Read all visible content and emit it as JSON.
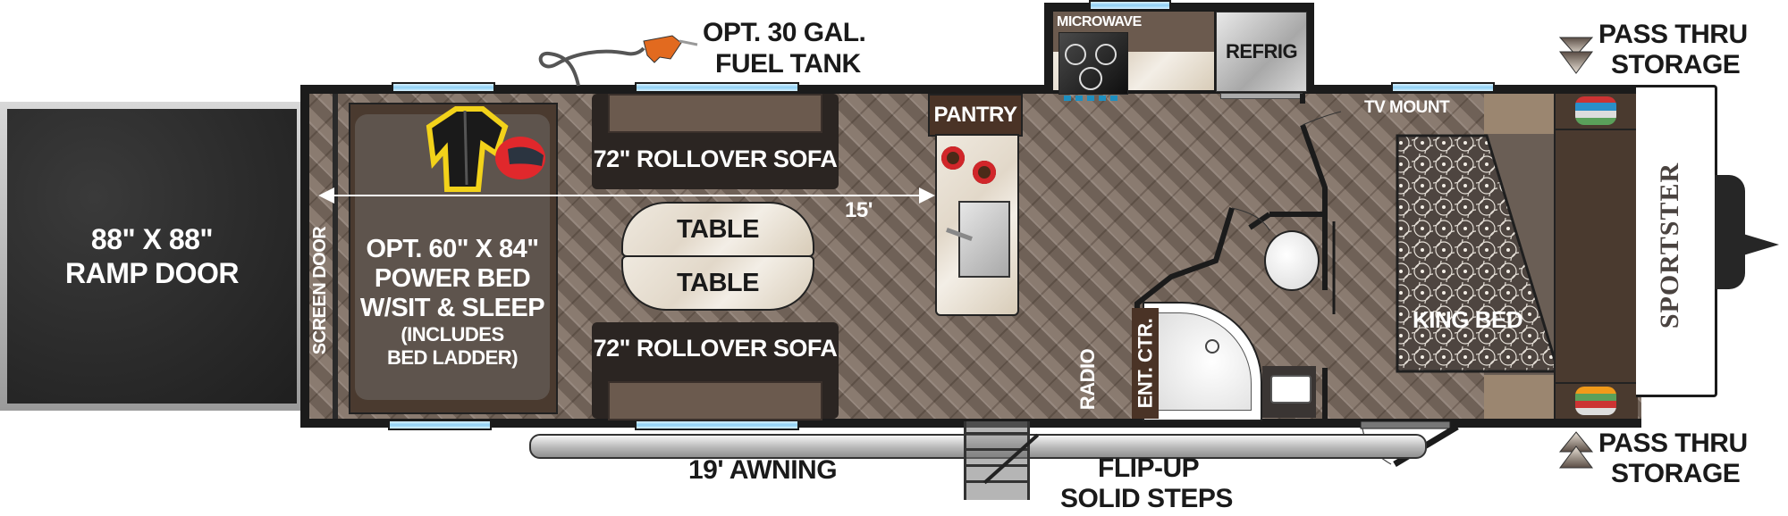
{
  "floorplan": {
    "brand": "SPORTSTER",
    "dimension_marker": "15'",
    "colors": {
      "wall": "#1b1b1b",
      "floor": "#7b6c62",
      "ramp": "#2a2a2a",
      "window": "#8fd0f4",
      "bed_loft": "#5e544d",
      "sofa": "#2b2522"
    }
  },
  "exterior_labels": {
    "fuel_tank": {
      "line1": "OPT. 30 GAL.",
      "line2": "FUEL TANK"
    },
    "pass_thru_top": {
      "line1": "PASS THRU",
      "line2": "STORAGE"
    },
    "pass_thru_bottom": {
      "line1": "PASS THRU",
      "line2": "STORAGE"
    },
    "awning": "19' AWNING",
    "steps": {
      "line1": "FLIP-UP",
      "line2": "SOLID STEPS"
    }
  },
  "rooms": {
    "ramp_door": {
      "line1": "88\" X 88\"",
      "line2": "RAMP DOOR"
    },
    "screen_door": "SCREEN DOOR",
    "power_bed": {
      "line1": "OPT. 60\" X 84\"",
      "line2": "POWER BED",
      "line3": "W/SIT & SLEEP",
      "line4": "(INCLUDES",
      "line5": "BED LADDER)"
    },
    "sofa_top": "72\" ROLLOVER SOFA",
    "sofa_bottom": "72\" ROLLOVER SOFA",
    "table_top": "TABLE",
    "table_bottom": "TABLE",
    "pantry": "PANTRY",
    "microwave": "MICROWAVE",
    "refrig": "REFRIG",
    "radio": "RADIO",
    "ent_ctr": "ENT. CTR.",
    "tv_mount": "TV MOUNT",
    "king_bed": "KING BED"
  }
}
